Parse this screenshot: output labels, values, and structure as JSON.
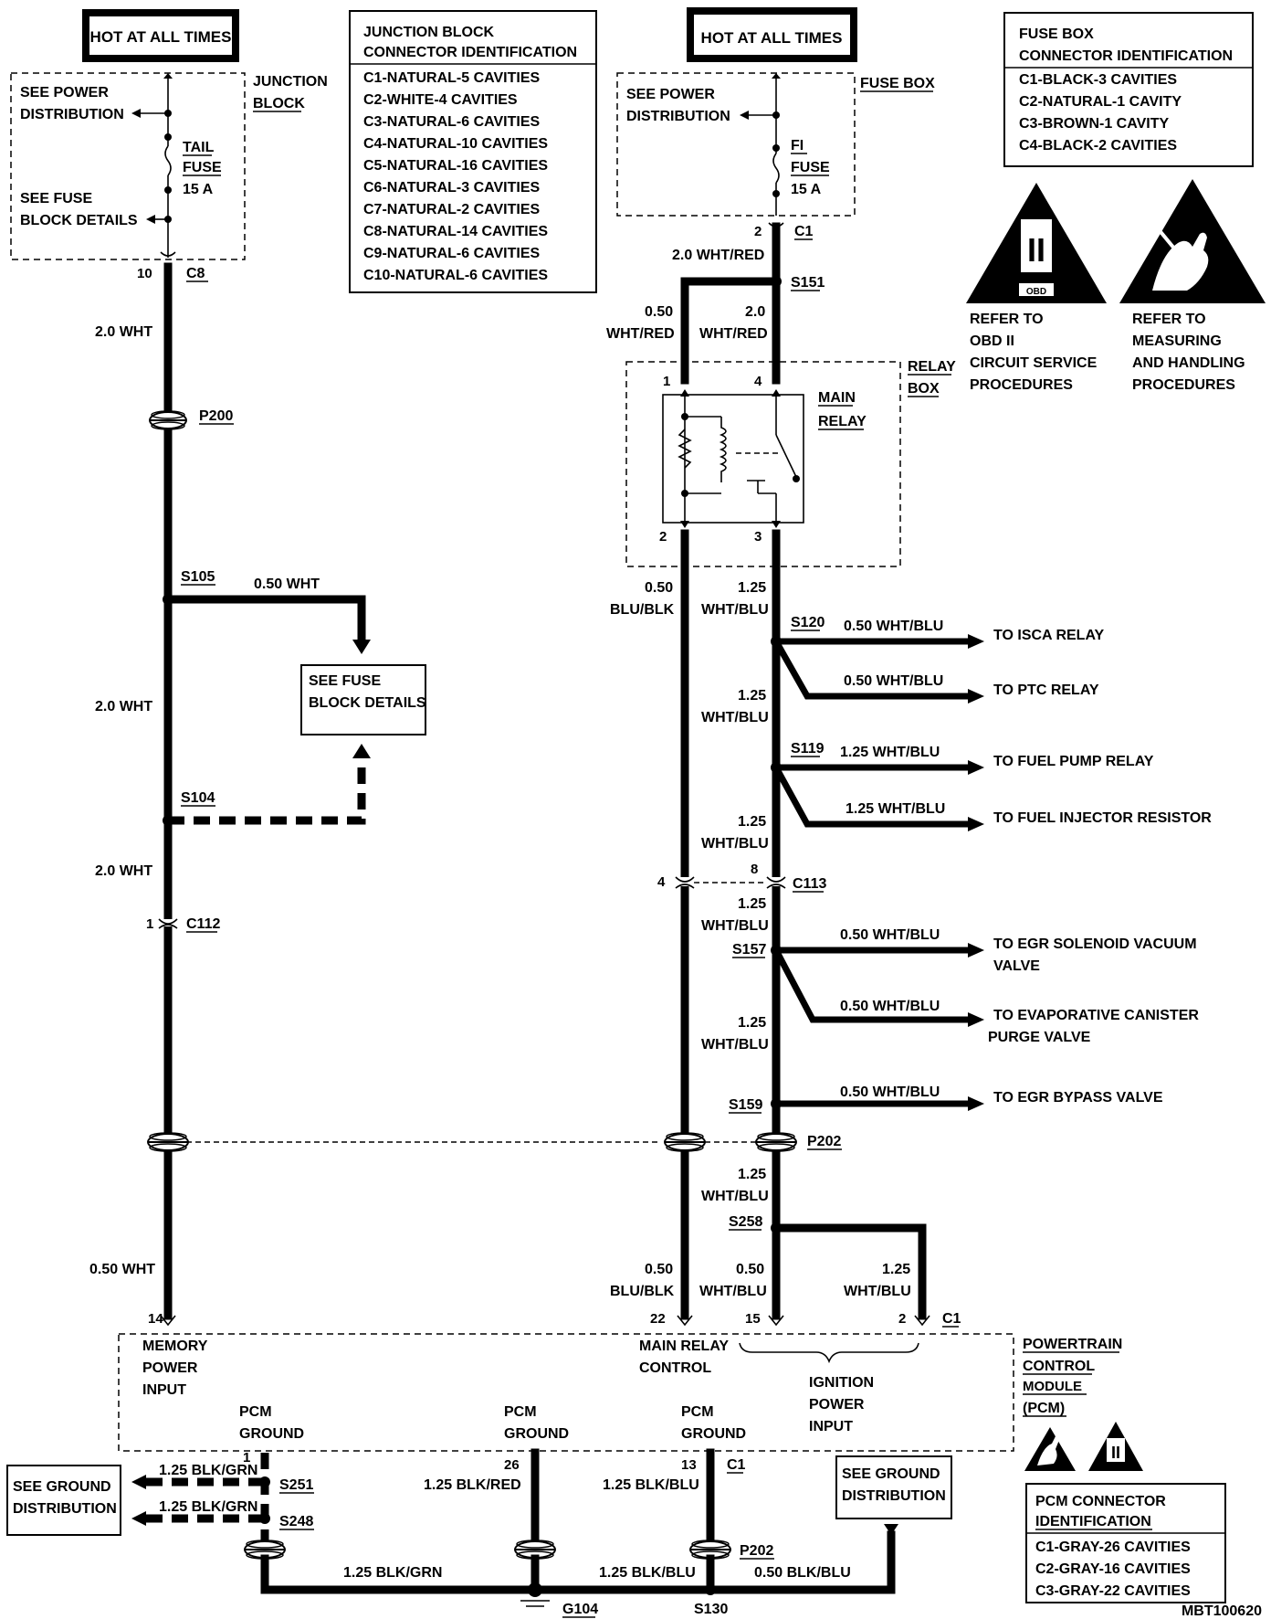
{
  "hot_left": "HOT AT ALL TIMES",
  "hot_right": "HOT AT ALL TIMES",
  "junction_block": {
    "label1": "JUNCTION",
    "label2": "BLOCK",
    "see_power_1": "SEE POWER",
    "see_power_2": "DISTRIBUTION",
    "fuse_name_1": "TAIL",
    "fuse_name_2": "FUSE",
    "fuse_amp": "15 A",
    "see_fuse_1": "SEE FUSE",
    "see_fuse_2": "BLOCK DETAILS",
    "pin": "10",
    "connector": "C8"
  },
  "jb_connector_id": {
    "title1": "JUNCTION BLOCK",
    "title2": "CONNECTOR IDENTIFICATION",
    "rows": [
      "C1-NATURAL-5 CAVITIES",
      "C2-WHITE-4 CAVITIES",
      "C3-NATURAL-6 CAVITIES",
      "C4-NATURAL-10 CAVITIES",
      "C5-NATURAL-16 CAVITIES",
      "C6-NATURAL-3 CAVITIES",
      "C7-NATURAL-2 CAVITIES",
      "C8-NATURAL-14 CAVITIES",
      "C9-NATURAL-6 CAVITIES",
      "C10-NATURAL-6 CAVITIES"
    ]
  },
  "fuse_box": {
    "label": "FUSE BOX",
    "see_power_1": "SEE POWER",
    "see_power_2": "DISTRIBUTION",
    "fuse_name_1": "FI",
    "fuse_name_2": "FUSE",
    "fuse_amp": "15 A",
    "pin": "2",
    "connector": "C1"
  },
  "fb_connector_id": {
    "title1": "FUSE BOX",
    "title2": "CONNECTOR IDENTIFICATION",
    "rows": [
      "C1-BLACK-3 CAVITIES",
      "C2-NATURAL-1 CAVITY",
      "C3-BROWN-1 CAVITY",
      "C4-BLACK-2 CAVITIES"
    ]
  },
  "obd": {
    "symbol": "II",
    "badge": "OBD",
    "line1": "REFER TO",
    "line2": "OBD II",
    "line3": "CIRCUIT SERVICE",
    "line4": "PROCEDURES"
  },
  "esd": {
    "line1": "REFER TO",
    "line2": "MEASURING",
    "line3": "AND HANDLING",
    "line4": "PROCEDURES"
  },
  "left_wires": {
    "w1": "2.0 WHT",
    "p200": "P200",
    "s105": "S105",
    "branch": "0.50 WHT",
    "w2": "2.0 WHT",
    "s104": "S104",
    "w3": "2.0 WHT",
    "c112_pin": "1",
    "c112": "C112",
    "w4": "0.50 WHT",
    "pin_pcm": "14"
  },
  "see_fuse_block": {
    "line1": "SEE FUSE",
    "line2": "BLOCK DETAILS"
  },
  "right_wires": {
    "w_top": "2.0 WHT/RED",
    "s151": "S151",
    "w_left_a": "0.50",
    "w_left_b": "WHT/RED",
    "w_right_a": "2.0",
    "w_right_b": "WHT/RED",
    "w_blk_a": "0.50",
    "w_blk_b": "BLU/BLK",
    "w_blu_a": "1.25",
    "w_blu_b": "WHT/BLU",
    "s120": "S120",
    "w_a": "1.25",
    "w_b": "WHT/BLU",
    "s119": "S119",
    "w_c": "1.25",
    "w_d": "WHT/BLU",
    "c113_left": "4",
    "c113_right": "8",
    "c113": "C113",
    "w_e": "1.25",
    "w_f": "WHT/BLU",
    "s157": "S157",
    "w_g": "1.25",
    "w_h": "WHT/BLU",
    "s159": "S159",
    "p202": "P202",
    "w_i": "1.25",
    "w_j": "WHT/BLU",
    "s258": "S258",
    "w_k_a": "0.50",
    "w_k_b": "BLU/BLK",
    "w_l_a": "0.50",
    "w_l_b": "WHT/BLU",
    "w_m_a": "1.25",
    "w_m_b": "WHT/BLU",
    "pin22": "22",
    "pin15": "15",
    "pin2": "2",
    "c1": "C1"
  },
  "relay_box": {
    "label1": "RELAY",
    "label2": "BOX",
    "name1": "MAIN",
    "name2": "RELAY",
    "pin1": "1",
    "pin4": "4",
    "pin2": "2",
    "pin3": "3"
  },
  "branches": [
    {
      "wire": "0.50 WHT/BLU",
      "dest": "TO ISCA RELAY"
    },
    {
      "wire": "0.50 WHT/BLU",
      "dest": "TO PTC RELAY"
    },
    {
      "wire": "1.25 WHT/BLU",
      "dest": "TO FUEL PUMP RELAY"
    },
    {
      "wire": "1.25 WHT/BLU",
      "dest": "TO FUEL INJECTOR RESISTOR"
    },
    {
      "wire": "0.50 WHT/BLU",
      "dest": "TO EGR SOLENOID VACUUM",
      "dest2": "VALVE"
    },
    {
      "wire": "0.50 WHT/BLU",
      "dest": "TO EVAPORATIVE CANISTER",
      "dest2": "PURGE VALVE"
    },
    {
      "wire": "0.50 WHT/BLU",
      "dest": "TO EGR BYPASS VALVE"
    }
  ],
  "pcm": {
    "label1": "POWERTRAIN",
    "label2": "CONTROL",
    "label3": "MODULE",
    "label4": "(PCM)",
    "memory1": "MEMORY",
    "memory2": "POWER",
    "memory3": "INPUT",
    "main1": "MAIN RELAY",
    "main2": "CONTROL",
    "ign1": "IGNITION",
    "ign2": "POWER",
    "ign3": "INPUT",
    "gnd_a1": "PCM",
    "gnd_a2": "GROUND",
    "gnd_b1": "PCM",
    "gnd_b2": "GROUND",
    "gnd_c1": "PCM",
    "gnd_c2": "GROUND"
  },
  "ground": {
    "pin1": "1",
    "pin26": "26",
    "pin13": "13",
    "c1": "C1",
    "w1": "1.25 BLK/GRN",
    "w2": "1.25 BLK/GRN",
    "s251": "S251",
    "s248": "S248",
    "w_red": "1.25 BLK/RED",
    "w_blu": "1.25 BLK/BLU",
    "p202": "P202",
    "w_bot1": "1.25 BLK/GRN",
    "w_bot2": "1.25 BLK/BLU",
    "w_bot3": "0.50 BLK/BLU",
    "g104": "G104",
    "s130": "S130",
    "see_gnd_l1": "SEE GROUND",
    "see_gnd_l2": "DISTRIBUTION",
    "see_gnd_r1": "SEE GROUND",
    "see_gnd_r2": "DISTRIBUTION"
  },
  "pcm_connector_id": {
    "title1": "PCM CONNECTOR",
    "title2": "IDENTIFICATION",
    "rows": [
      "C1-GRAY-26 CAVITIES",
      "C2-GRAY-16 CAVITIES",
      "C3-GRAY-22 CAVITIES"
    ],
    "symbol": "II"
  },
  "figure_id": "MBT100620"
}
